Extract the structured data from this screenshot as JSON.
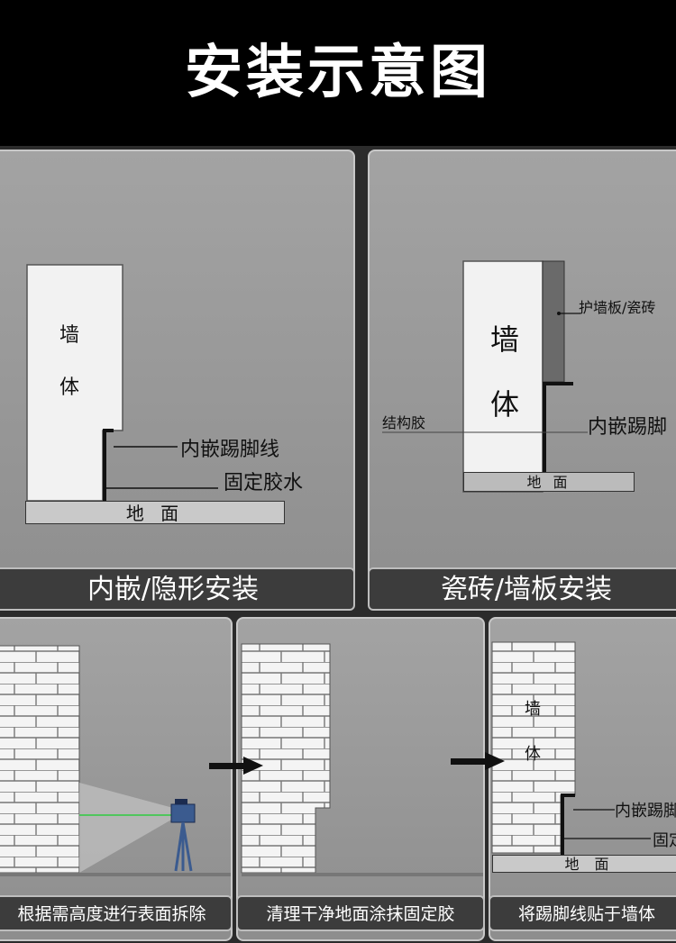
{
  "title": "安装示意图",
  "panel1": {
    "wall_char_1": "墙",
    "wall_char_2": "体",
    "label_skirting": "内嵌踢脚线",
    "label_glue": "固定胶水",
    "ground": "地 面",
    "caption": "内嵌/隐形安装"
  },
  "panel2": {
    "wall_char_1": "墙",
    "wall_char_2": "体",
    "label_panel": "护墙板/瓷砖",
    "label_struct_glue": "结构胶",
    "label_skirting": "内嵌踢脚",
    "ground": "地 面",
    "caption": "瓷砖/墙板安装"
  },
  "step1": {
    "caption": "根据需高度进行表面拆除"
  },
  "step2": {
    "caption": "清理干净地面涂抹固定胶"
  },
  "step3": {
    "wall_char_1": "墙",
    "wall_char_2": "体",
    "label_skirting": "内嵌踢脚",
    "label_fix": "固定",
    "ground": "地 面",
    "caption": "将踢脚线贴于墙体"
  },
  "colors": {
    "panel_bg": "#999999",
    "caption_bg": "#3c3c3c",
    "laser": "#2ecc40",
    "header_bg": "#000000"
  }
}
